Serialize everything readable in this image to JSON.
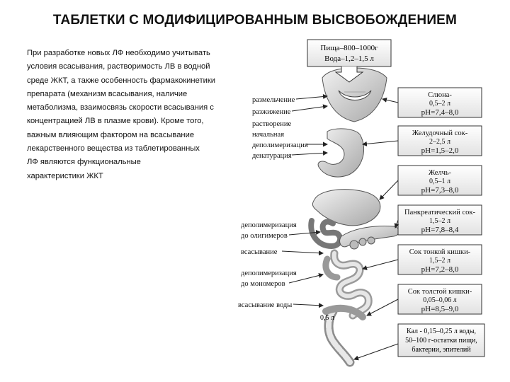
{
  "slide": {
    "title": "ТАБЛЕТКИ С МОДИФИЦИРОВАННЫМ ВЫСВОБОЖДЕНИЕМ",
    "paragraph_lines": [
      "При разработке новых ЛФ необходимо учитывать",
      " условия всасывания, растворимость ЛВ в водной",
      " среде ЖКТ, а также особенность фармакокинетики",
      " препарата (механизм всасывания, наличие",
      "метаболизма, взаимосвязь скорости всасывания с",
      " концентрацией ЛВ в плазме крови). Кроме того,",
      " важным влияющим фактором на всасывание",
      "лекарственного вещества из таблетированных",
      " ЛФ являются функциональные",
      " характеристики ЖКТ"
    ]
  },
  "diagram": {
    "intake_box": [
      "Пища–800–1000г",
      "Вода–1,2–1,5 л"
    ],
    "process_labels": [
      "размельчение",
      "разжижение",
      "растворение",
      "начальная",
      "деполимеризация",
      "денатурация",
      "деполимеризация",
      "до олигимеров",
      "всасывание",
      "деполимеризация",
      "до мономеров",
      "всасывание воды"
    ],
    "secretion_boxes": [
      {
        "name": "Слюна-",
        "volume": "0,5–2 л",
        "ph": "pH=7,4–8,0"
      },
      {
        "name": "Желудочный сок-",
        "volume": "2–2,5 л",
        "ph": "pH=1,5–2,0"
      },
      {
        "name": "Желчь-",
        "volume": "0,5–1 л",
        "ph": "pH=7,3–8,0"
      },
      {
        "name": "Панкреатический сок-",
        "volume": "1,5–2 л",
        "ph": "pH=7,8–8,4"
      },
      {
        "name": "Сок тонкой кишки-",
        "volume": "1,5–2 л",
        "ph": "pH=7,2–8,0"
      },
      {
        "name": "Сок толстой кишки-",
        "volume": "0,05–0,06 л",
        "ph": "pH=8,5–9,0"
      }
    ],
    "colon_volume": "0,5 л",
    "feces_box": [
      "Кал - 0,15–0,25 л воды,",
      "50–100 г-остатки пищи,",
      "бактерии, эпителий"
    ]
  }
}
